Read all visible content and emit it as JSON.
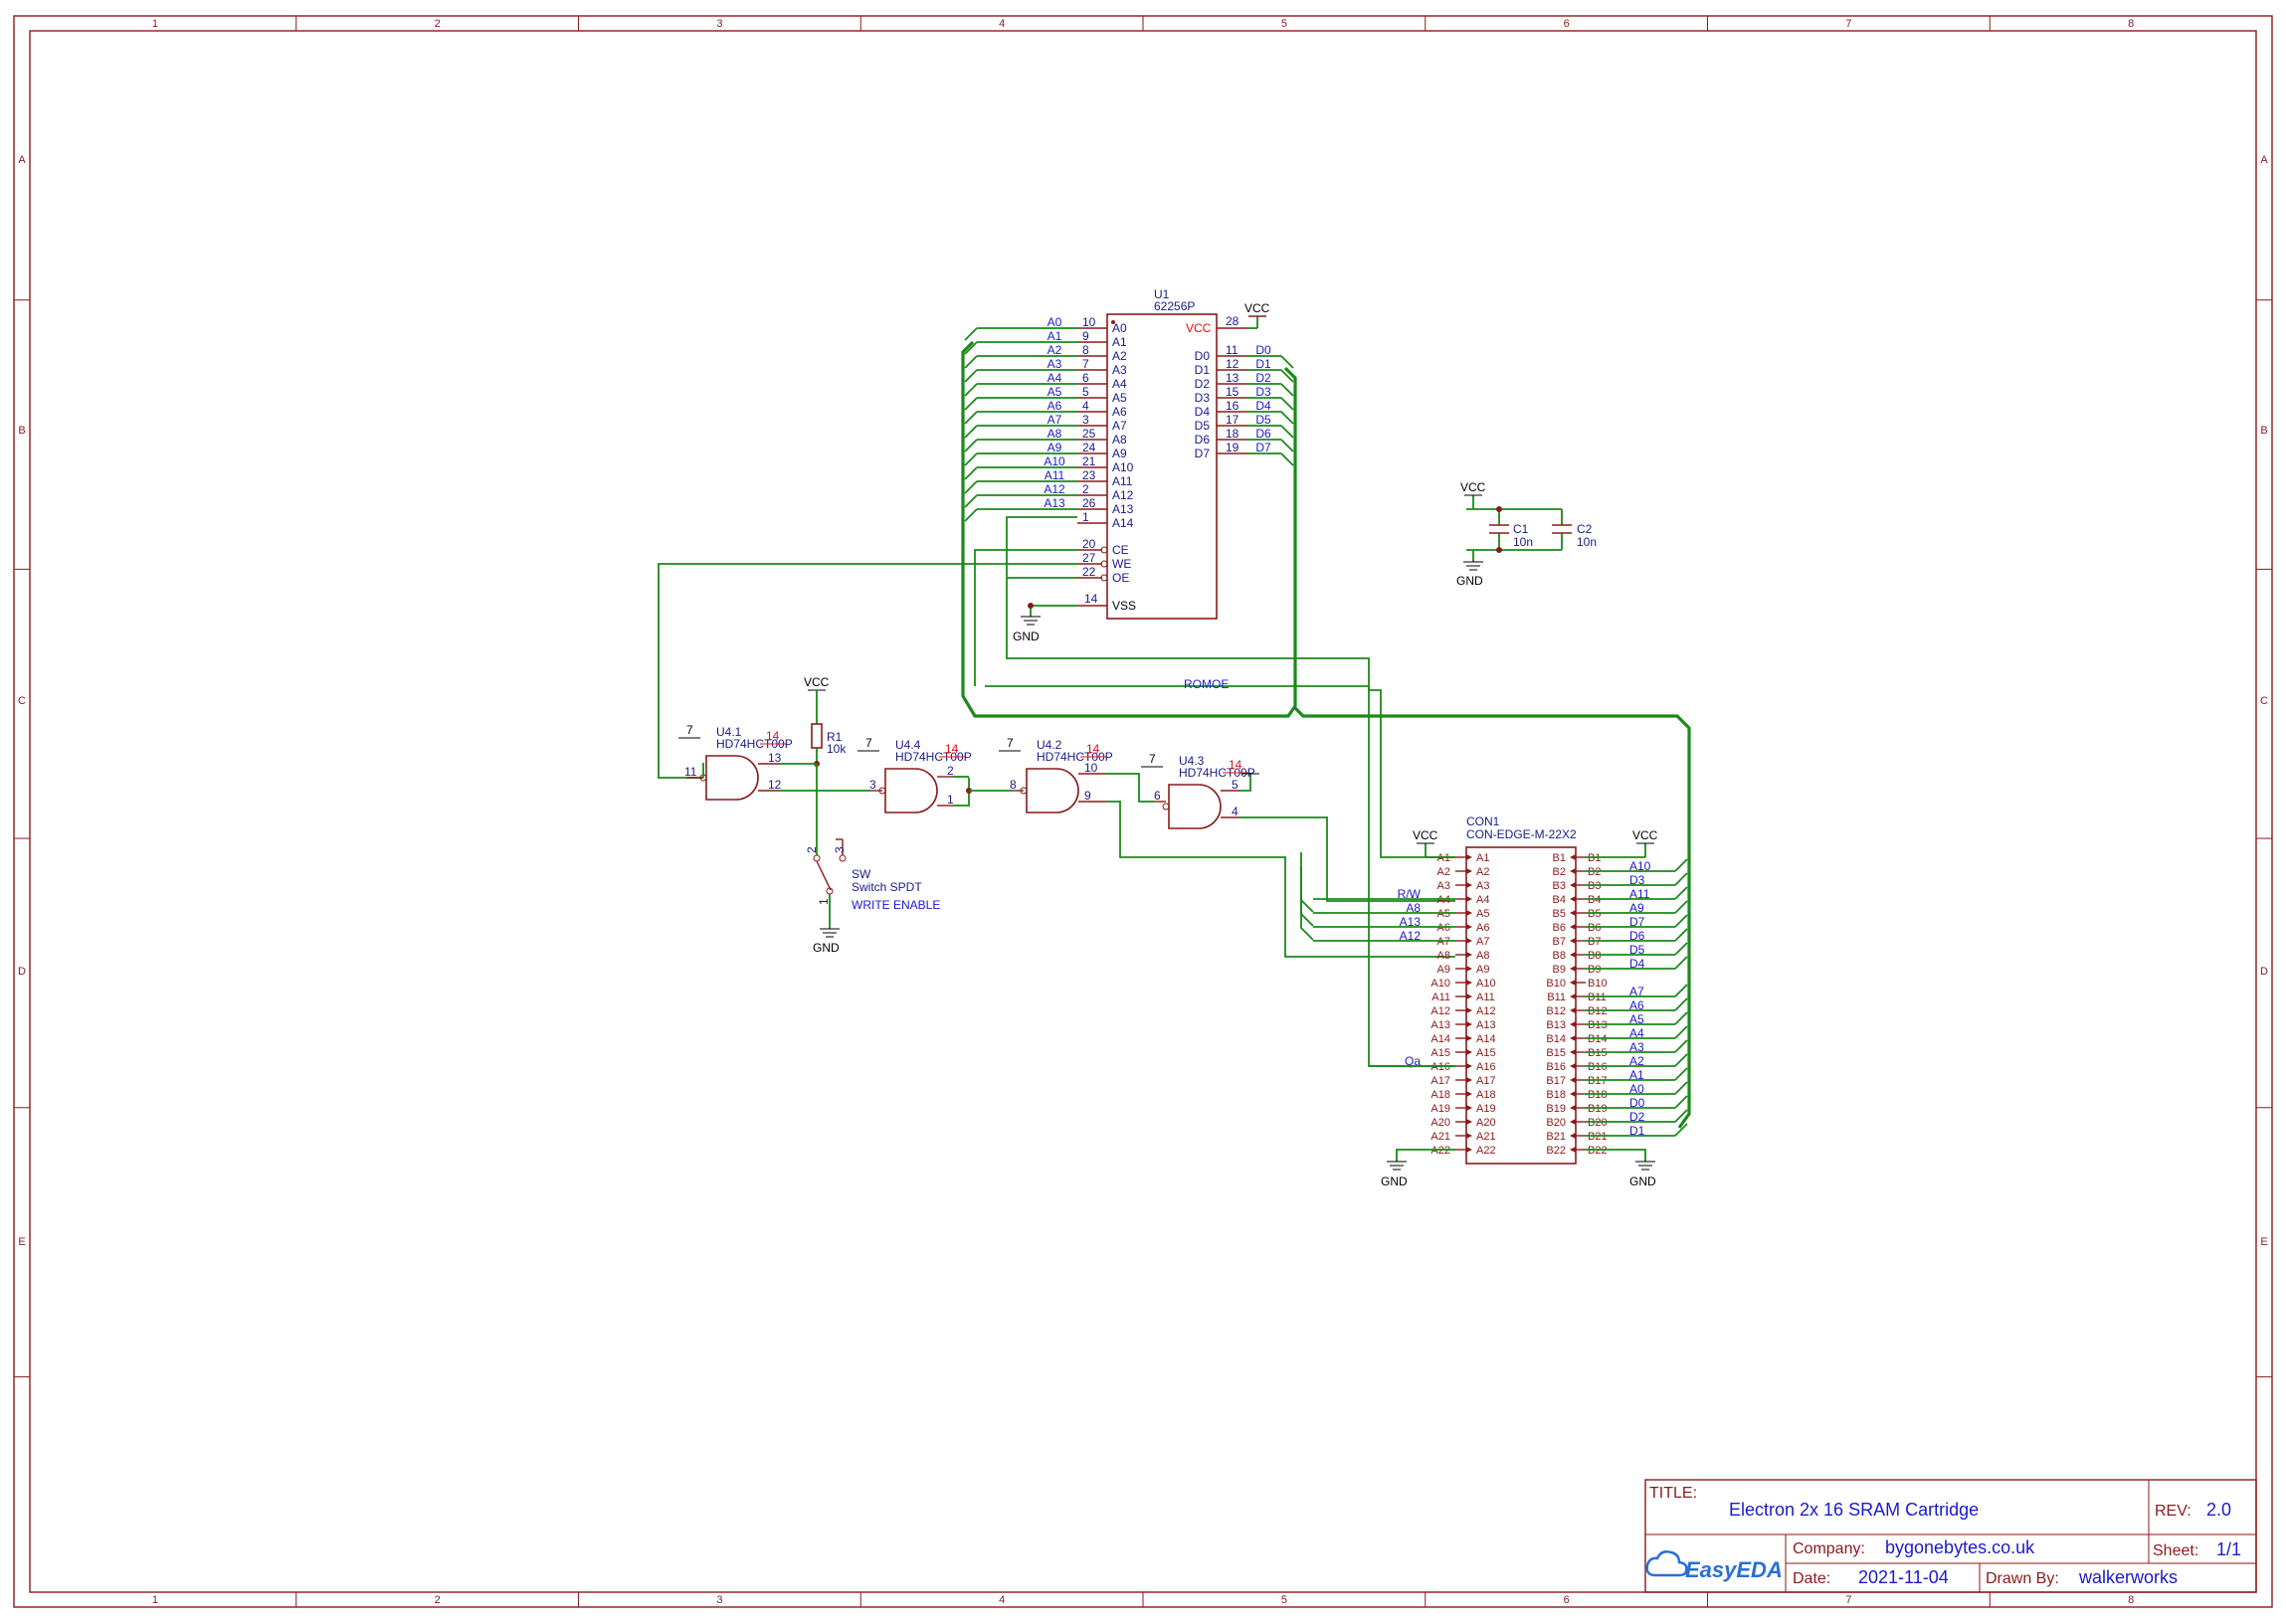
{
  "title_block": {
    "title_label": "TITLE:",
    "title": "Electron 2x 16 SRAM Cartridge",
    "rev_label": "REV:",
    "rev": "2.0",
    "company_label": "Company:",
    "company": "bygonebytes.co.uk",
    "sheet_label": "Sheet:",
    "sheet": "1/1",
    "date_label": "Date:",
    "date": "2021-11-04",
    "drawn_label": "Drawn By:",
    "drawn_by": "walkerworks",
    "logo_text": "EasyEDA"
  },
  "frame": {
    "columns": [
      "1",
      "2",
      "3",
      "4",
      "5",
      "6",
      "7",
      "8"
    ],
    "rows": [
      "A",
      "B",
      "C",
      "D",
      "E"
    ]
  },
  "u1": {
    "designator": "U1",
    "part": "62256P",
    "addr_nets": [
      "A0",
      "A1",
      "A2",
      "A3",
      "A4",
      "A5",
      "A6",
      "A7",
      "A8",
      "A9",
      "A10",
      "A11",
      "A12",
      "A13"
    ],
    "addr_pin_nums": [
      "10",
      "9",
      "8",
      "7",
      "6",
      "5",
      "4",
      "3",
      "25",
      "24",
      "21",
      "23",
      "2",
      "26",
      "1"
    ],
    "addr_pin_names": [
      "A0",
      "A1",
      "A2",
      "A3",
      "A4",
      "A5",
      "A6",
      "A7",
      "A8",
      "A9",
      "A10",
      "A11",
      "A12",
      "A13",
      "A14"
    ],
    "ctrl_pin_nums": [
      "20",
      "27",
      "22"
    ],
    "ctrl_pin_names": [
      "CE",
      "WE",
      "OE"
    ],
    "vss_num": "14",
    "vss_name": "VSS",
    "vcc_num": "28",
    "vcc_name": "VCC",
    "data_pin_names": [
      "D0",
      "D1",
      "D2",
      "D3",
      "D4",
      "D5",
      "D6",
      "D7"
    ],
    "data_pin_nums": [
      "11",
      "12",
      "13",
      "15",
      "16",
      "17",
      "18",
      "19"
    ],
    "data_nets": [
      "D0",
      "D1",
      "D2",
      "D3",
      "D4",
      "D5",
      "D6",
      "D7"
    ]
  },
  "power": {
    "vcc": "VCC",
    "gnd": "GND"
  },
  "caps": {
    "c1": "C1",
    "c1_val": "10n",
    "c2": "C2",
    "c2_val": "10n"
  },
  "romoe": "ROMOE",
  "r1": {
    "designator": "R1",
    "value": "10k"
  },
  "gates": {
    "u41": {
      "designator": "U4.1",
      "part": "HD74HCT00P",
      "p_in1": "11",
      "p_in2": "13",
      "p_out": "12",
      "gnd": "7",
      "vcc": "14"
    },
    "u44": {
      "designator": "U4.4",
      "part": "HD74HCT00P",
      "p_in": "3",
      "p_out1": "2",
      "p_out2": "1",
      "gnd": "7",
      "vcc": "14"
    },
    "u42": {
      "designator": "U4.2",
      "part": "HD74HCT00P",
      "p_in": "8",
      "p_o1": "10",
      "p_o2": "9",
      "gnd": "7",
      "vcc": "14"
    },
    "u43": {
      "designator": "U4.3",
      "part": "HD74HCT00P",
      "p_in": "6",
      "p_o1": "5",
      "p_o2": "4",
      "gnd": "7",
      "vcc": "14"
    }
  },
  "switch": {
    "designator": "SW",
    "part": "Switch SPDT",
    "note": "WRITE ENABLE",
    "p1": "1",
    "p2": "2",
    "p3": "3"
  },
  "con1": {
    "designator": "CON1",
    "part": "CON-EDGE-M-22X2",
    "a_pins": [
      "A1",
      "A2",
      "A3",
      "A4",
      "A5",
      "A6",
      "A7",
      "A8",
      "A9",
      "A10",
      "A11",
      "A12",
      "A13",
      "A14",
      "A15",
      "A16",
      "A17",
      "A18",
      "A19",
      "A20",
      "A21",
      "A22"
    ],
    "b_pins": [
      "B1",
      "B2",
      "B3",
      "B4",
      "B5",
      "B6",
      "B7",
      "B8",
      "B9",
      "B10",
      "B11",
      "B12",
      "B13",
      "B14",
      "B15",
      "B16",
      "B17",
      "B18",
      "B19",
      "B20",
      "B21",
      "B22"
    ],
    "left_nets": [
      "",
      "",
      "",
      "R/W",
      "A8",
      "A13",
      "A12",
      "",
      "",
      "",
      "",
      "",
      "",
      "",
      "",
      "Qa",
      "",
      "",
      "",
      "",
      "",
      ""
    ],
    "right_nets": [
      "",
      "A10",
      "D3",
      "A11",
      "A9",
      "D7",
      "D6",
      "D5",
      "D4",
      "",
      "A7",
      "A6",
      "A5",
      "A4",
      "A3",
      "A2",
      "A1",
      "A0",
      "D0",
      "D2",
      "D1",
      ""
    ]
  }
}
